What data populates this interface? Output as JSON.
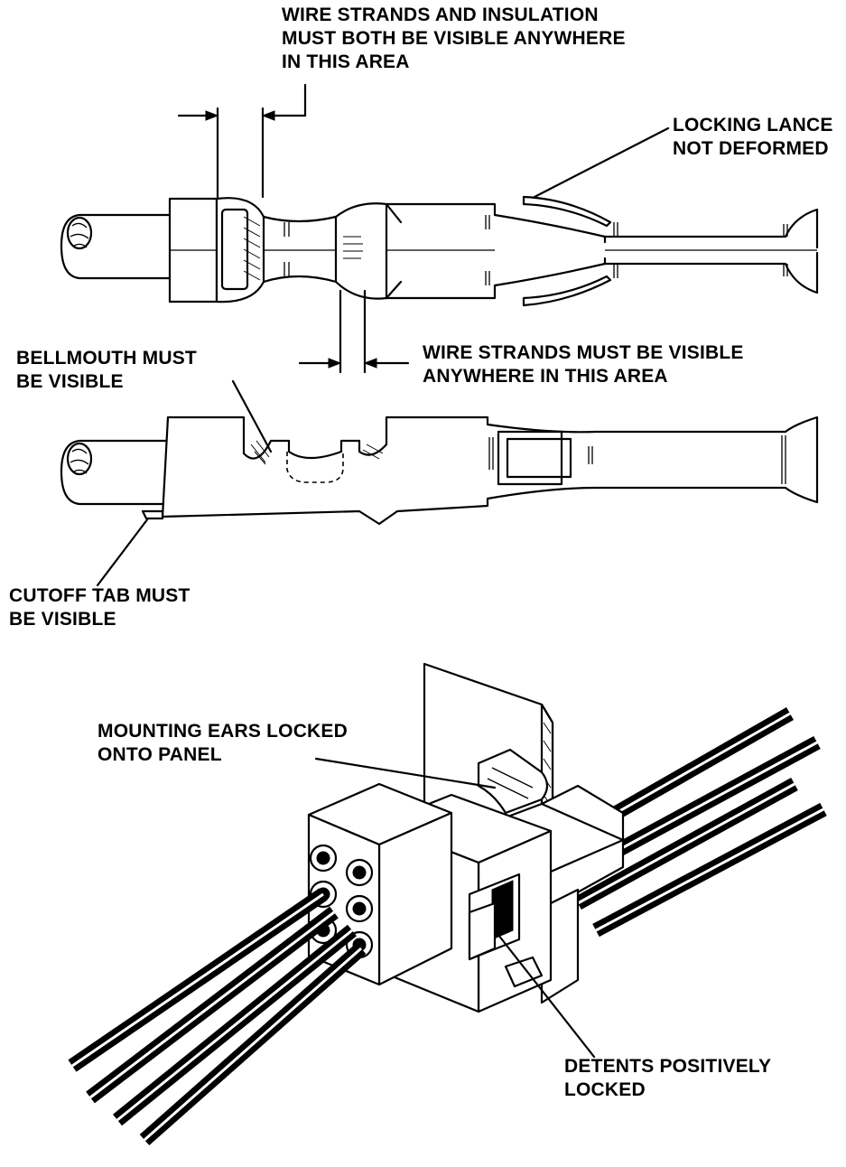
{
  "callouts": {
    "wire_strands_insulation": [
      "WIRE STRANDS AND INSULATION",
      "MUST BOTH BE VISIBLE ANYWHERE",
      "IN THIS AREA"
    ],
    "locking_lance": [
      "LOCKING LANCE",
      "NOT DEFORMED"
    ],
    "bellmouth": [
      "BELLMOUTH MUST",
      "BE VISIBLE"
    ],
    "wire_strands": [
      "WIRE STRANDS MUST BE VISIBLE",
      "ANYWHERE IN THIS AREA"
    ],
    "cutoff_tab": [
      "CUTOFF TAB MUST",
      "BE VISIBLE"
    ],
    "mounting_ears": [
      "MOUNTING EARS LOCKED",
      "ONTO PANEL"
    ],
    "detents": [
      "DETENTS POSITIVELY",
      "LOCKED"
    ]
  },
  "colors": {
    "ink": "#000000",
    "paper": "#ffffff"
  }
}
